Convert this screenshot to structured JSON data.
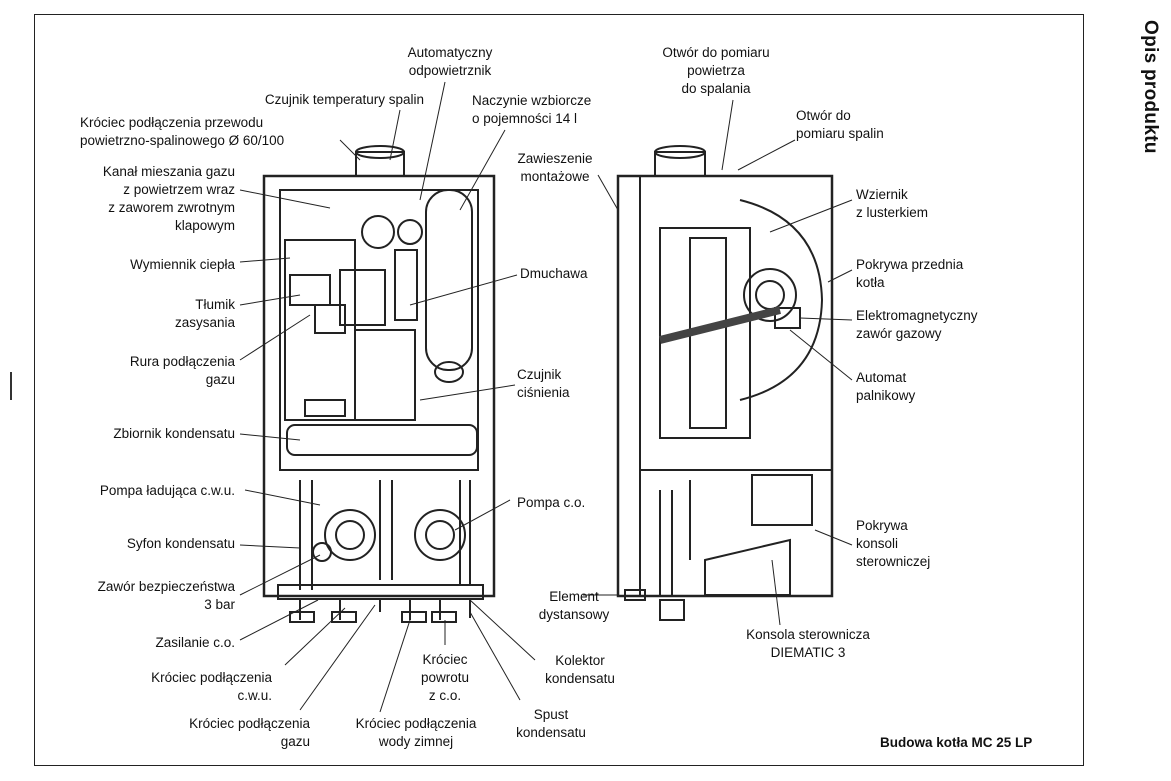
{
  "side_title": "Opis produktu",
  "caption": "Budowa kotła MC 25 LP",
  "labels_left_unit": {
    "automatyczny_odpowietrznik": "Automatyczny\nodpowietrznik",
    "czujnik_temp_spalin": "Czujnik temperatury spalin",
    "krociec_przewodu": "Króciec podłączenia przewodu\npowietrzno-spalinowego  Ø 60/100",
    "naczynie": "Naczynie wzbiorcze\no pojemności 14 l",
    "kanal_mieszania": "Kanał mieszania gazu\nz powietrzem wraz\nz zaworem zwrotnym\nklapowym",
    "wymiennik": "Wymiennik ciepła",
    "tlumik": "Tłumik\nzasysania",
    "rura_gazu": "Rura podłączenia\ngazu",
    "zbiornik": "Zbiornik kondensatu",
    "pompa_cwu": "Pompa ładująca c.w.u.",
    "syfon": "Syfon kondensatu",
    "zawor_bezp": "Zawór bezpieczeństwa\n3 bar",
    "zasilanie": "Zasilanie c.o.",
    "krociec_cwu": "Króciec podłączenia\nc.w.u.",
    "krociec_gazu": "Króciec podłączenia\ngazu",
    "krociec_wody": "Króciec podłączenia\nwody zimnej",
    "krociec_powrotu": "Króciec\npowrotu\nz c.o.",
    "spust": "Spust\nkondensatu",
    "kolektor": "Kolektor\nkondensatu",
    "element_dyst": "Element\ndystansowy",
    "pompa_co": "Pompa c.o.",
    "czujnik_cisn": "Czujnik\nciśnienia",
    "dmuchawa": "Dmuchawa",
    "zawieszenie": "Zawieszenie\nmontażowe"
  },
  "labels_right_unit": {
    "otwor_powietrza": "Otwór do pomiaru\npowietrza\ndo spalania",
    "otwor_spalin": "Otwór do\npomiaru spalin",
    "wziernik": "Wziernik\nz lusterkiem",
    "pokrywa_przednia": "Pokrywa przednia\nkotła",
    "zawor_gazowy": "Elektromagnetyczny\nzawór gazowy",
    "automat": "Automat\npalnikowy",
    "pokrywa_konsoli": "Pokrywa\nkonsoli\nsterowniczej",
    "konsola": "Konsola sterownicza\nDIEMATIC 3"
  }
}
